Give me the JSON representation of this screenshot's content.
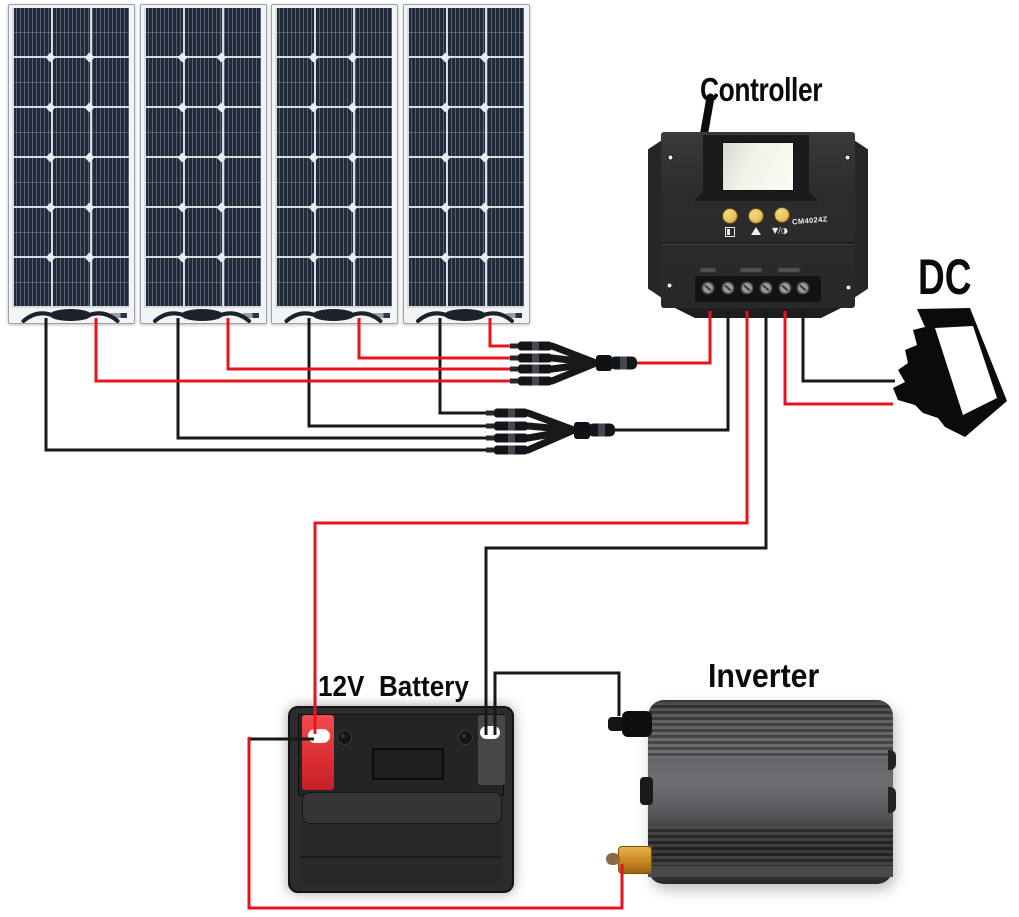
{
  "labels": {
    "controller": "Controller",
    "dc_load": "DC",
    "battery": "12V  Battery",
    "inverter": "Inverter"
  },
  "controller": {
    "model": "CM4024Z",
    "button_count": 3,
    "terminal_count": 6,
    "button_icons": [
      "display-mode-icon",
      "up-arrow-icon",
      "down-arrow-half-moon-icon"
    ]
  },
  "solar_array": {
    "panel_count": 4,
    "cell_columns": 3,
    "cell_rows": 6
  },
  "branch_connectors": {
    "positive_inputs": 4,
    "negative_inputs": 4
  },
  "colors": {
    "positive_wire": "#e8141c",
    "negative_wire": "#17181a",
    "panel_cells": "#202a38",
    "controller_button": "#e9c35e",
    "battery_positive_terminal": "#e8383e",
    "inverter_positive_terminal": "#c8861f",
    "label_text": "#0b0b0b"
  }
}
